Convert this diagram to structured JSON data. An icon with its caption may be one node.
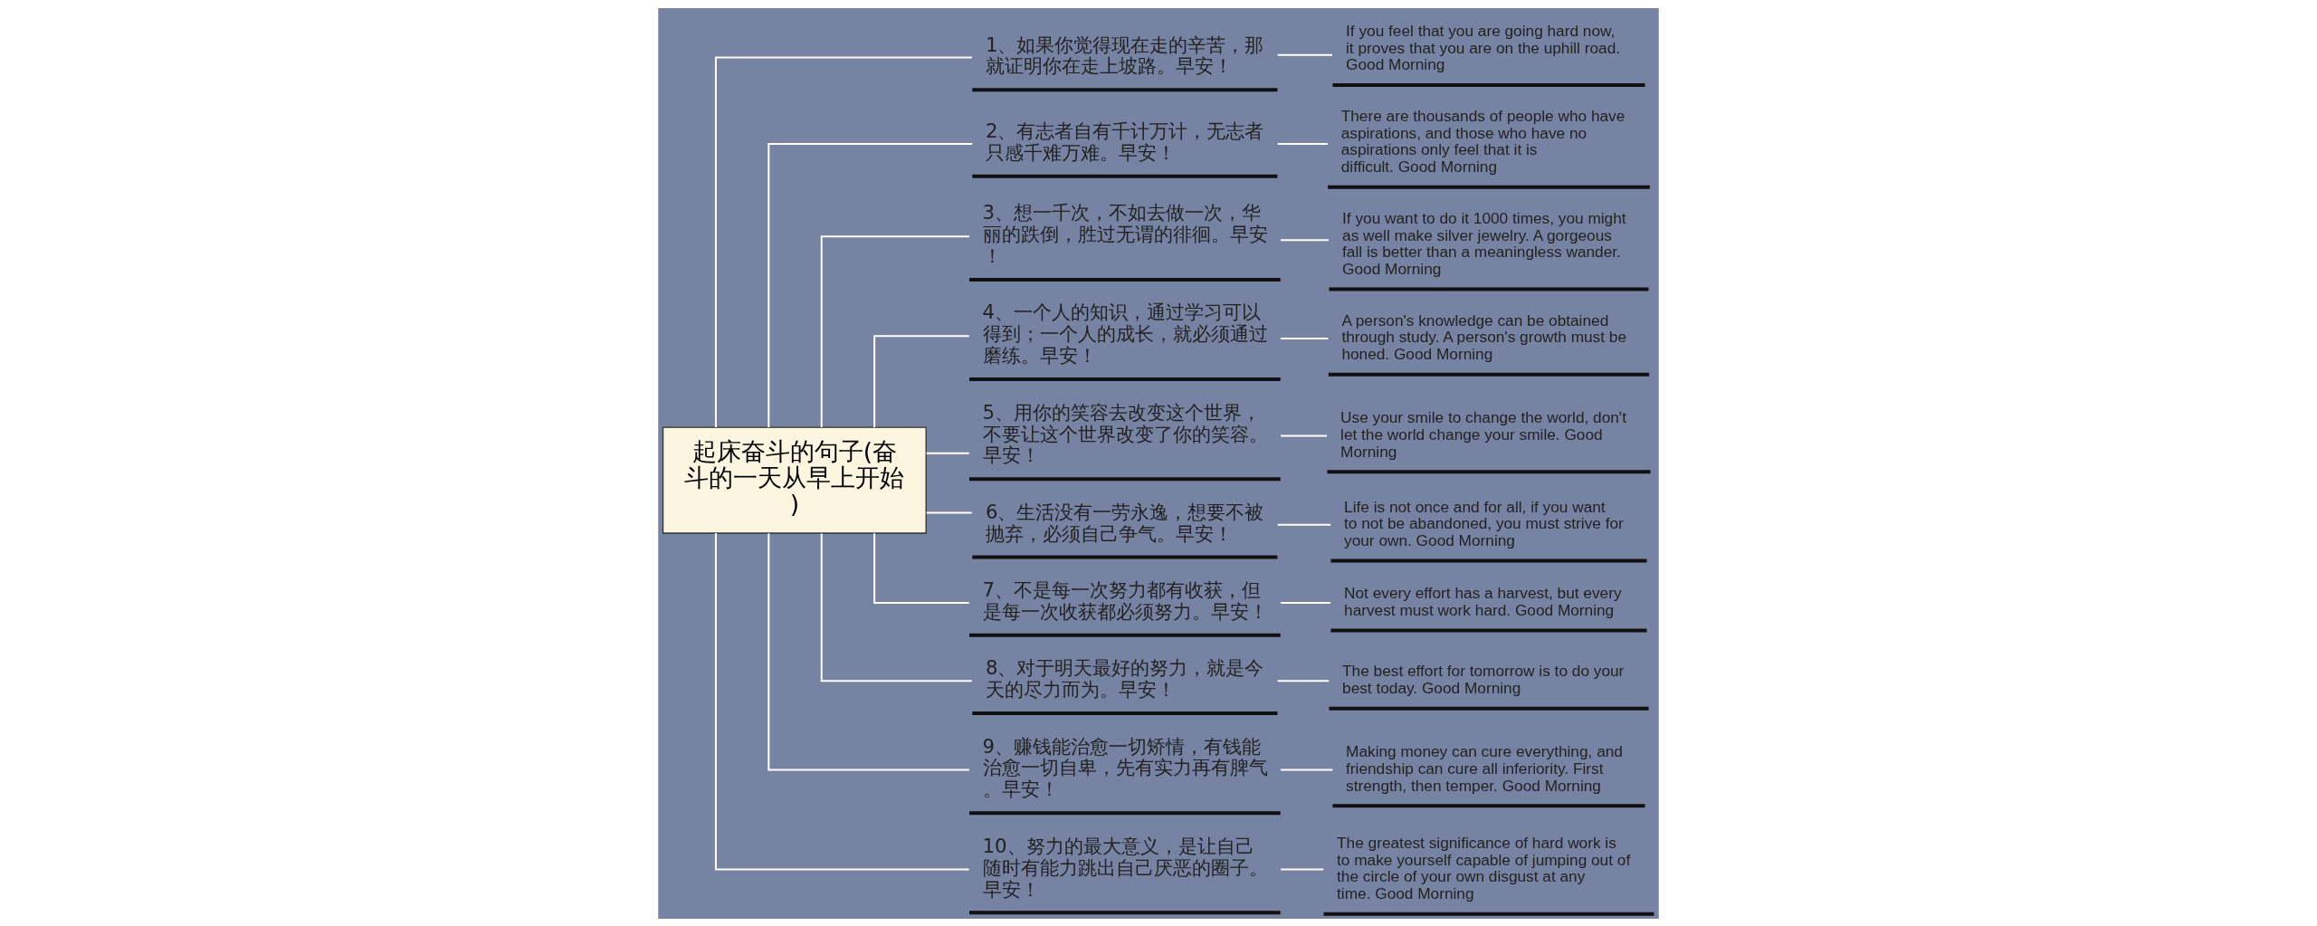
{
  "diagram": {
    "nodes": [
      {
        "text": [
          "起床奋斗的句子(奋斗的一天从早上开始)"
        ]
      },
      {
        "text": [
          "1、如果你觉得现在走的辛苦，那就证明你在走上坡路。早安！"
        ]
      },
      {
        "text": [
          "If you feel that you are going hard now, it proves that you are on the uphill road. Good Morning"
        ]
      },
      {
        "text": [
          "2、有志者自有千计万计，无志者只感千难万难。早安！"
        ]
      },
      {
        "text": [
          "There are thousands of people who have aspirations, and those who have no aspirations only feel that it is difficult. Good Morning"
        ]
      },
      {
        "text": [
          "3、想一千次，不如去做一次，华丽的跌倒，胜过无谓的徘徊。早安！"
        ]
      },
      {
        "text": [
          "If you want to do it 1000 times, you might as well make silver jewelry. A gorgeous fall is better than a meaningless wander. Good Morning"
        ]
      },
      {
        "text": [
          "4、一个人的知识，通过学习可以得到；一个人的成长，就必须通过磨练。早安！"
        ]
      },
      {
        "text": [
          "A person's knowledge can be obtained through study. A person's growth must be honed. Good Morning"
        ]
      },
      {
        "text": [
          "5、用你的笑容去改变这个世界，不要让这个世界改变了你的笑容。早安！"
        ]
      },
      {
        "text": [
          "Use your smile to change the world, don't let the world change your smile. Good Morning"
        ]
      },
      {
        "text": [
          "6、生活没有一劳永逸，想要不被抛弃，必须自己争气。早安！"
        ]
      },
      {
        "text": [
          "Life is not once and for all, if you want to not be abandoned, you must strive for your own. Good Morning"
        ]
      },
      {
        "text": [
          "7、不是每一次努力都有收获，但是每一次收获都必须努力。早安！"
        ]
      },
      {
        "text": [
          "Not every effort has a harvest, but every harvest must work hard. Good Morning"
        ]
      },
      {
        "text": [
          "8、对于明天最好的努力，就是今天的尽力而为。早安！"
        ]
      },
      {
        "text": [
          "The best effort for tomorrow is to do your best today. Good Morning"
        ]
      },
      {
        "text": [
          "9、赚钱能治愈一切矫情，有钱能治愈一切自卑，先有实力再有脾气。早安！"
        ]
      },
      {
        "text": [
          "Making money can cure everything, and friendship can cure all inferiority. First strength, then temper. Good Morning"
        ]
      },
      {
        "text": [
          "10、努力的最大意义，是让自己随时有能力跳出自己厌恶的圈子。早安！"
        ]
      },
      {
        "text": [
          "The greatest significance of hard work is to make yourself capable of jumping out of the circle of your own disgust at any time. Good Morning"
        ]
      }
    ],
    "edges": [
      {
        "from": 0,
        "to": 1,
        "arrow": "none"
      },
      {
        "from": 1,
        "to": 2,
        "arrow": "none"
      },
      {
        "from": 0,
        "to": 3,
        "arrow": "none"
      },
      {
        "from": 3,
        "to": 4,
        "arrow": "none"
      },
      {
        "from": 0,
        "to": 5,
        "arrow": "none"
      },
      {
        "from": 5,
        "to": 6,
        "arrow": "none"
      },
      {
        "from": 0,
        "to": 7,
        "arrow": "none"
      },
      {
        "from": 7,
        "to": 8,
        "arrow": "none"
      },
      {
        "from": 0,
        "to": 9,
        "arrow": "none"
      },
      {
        "from": 9,
        "to": 10,
        "arrow": "none"
      },
      {
        "from": 0,
        "to": 11,
        "arrow": "none"
      },
      {
        "from": 11,
        "to": 12,
        "arrow": "none"
      },
      {
        "from": 0,
        "to": 13,
        "arrow": "none"
      },
      {
        "from": 13,
        "to": 14,
        "arrow": "none"
      },
      {
        "from": 0,
        "to": 15,
        "arrow": "none"
      },
      {
        "from": 15,
        "to": 16,
        "arrow": "none"
      },
      {
        "from": 0,
        "to": 17,
        "arrow": "none"
      },
      {
        "from": 17,
        "to": 18,
        "arrow": "none"
      },
      {
        "from": 0,
        "to": 19,
        "arrow": "none"
      },
      {
        "from": 19,
        "to": 20,
        "arrow": "none"
      }
    ]
  }
}
